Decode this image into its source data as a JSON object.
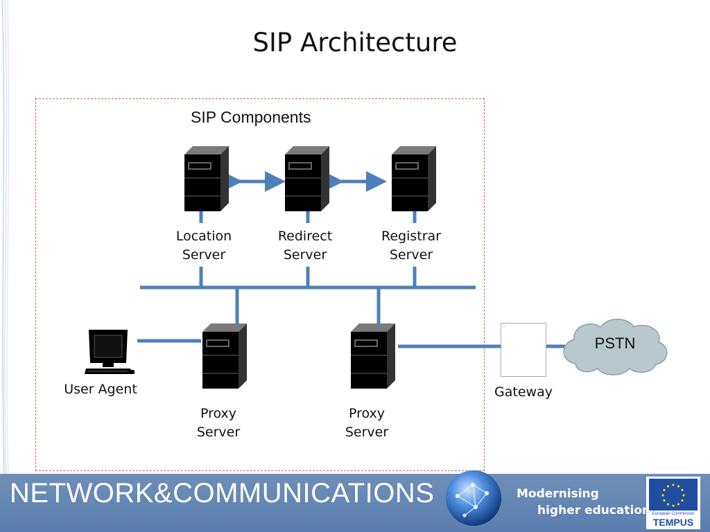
{
  "slide": {
    "title": "SIP Architecture",
    "group_title": "SIP Components"
  },
  "nodes": {
    "location": "Location\nServer",
    "redirect": "Redirect\nServer",
    "registrar": "Registrar\nServer",
    "user_agent": "User Agent",
    "proxy1": "Proxy\nServer",
    "proxy2": "Proxy\nServer",
    "gateway": "Gateway",
    "pstn": "PSTN"
  },
  "footer": {
    "title": "NETWORK&COMMUNICATIONS",
    "tagline_1": "Modernising",
    "tagline_2": "higher education",
    "logo_line_1": "European Commission",
    "logo_line_2": "TEMPUS"
  },
  "colors": {
    "connector": "#4f7fb8",
    "footer_bg": "#5f82b1",
    "cloud_fill": "#b9c8cc",
    "dashed_border": "#c96a5a"
  },
  "icons": {
    "server": "server-tower-icon",
    "computer": "desktop-computer-icon",
    "cloud": "cloud-shape",
    "globe": "globe-icon",
    "flag": "eu-flag-icon"
  }
}
